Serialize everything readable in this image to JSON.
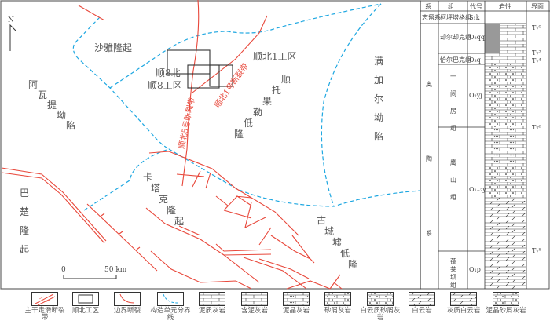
{
  "map": {
    "north": "N",
    "regions": {
      "shaya": "沙雅隆起",
      "awati": [
        "阿",
        "瓦",
        "提",
        "坳",
        "陷"
      ],
      "manjiaer": [
        "满",
        "加",
        "尔",
        "坳",
        "陷"
      ],
      "shuntuo": [
        "顺",
        "托",
        "果",
        "勒",
        "低",
        "隆"
      ],
      "katake": [
        "卡",
        "塔",
        "克",
        "隆",
        "起"
      ],
      "gucheng": [
        "古",
        "城",
        "墟",
        "低",
        "隆"
      ],
      "bachu": [
        "巴",
        "楚",
        "隆",
        "起"
      ]
    },
    "work_areas": {
      "s8n": "顺8北",
      "s8": "顺8工区",
      "sb1": "顺北1工区"
    },
    "faults": {
      "sb1": "顺北1号断裂带",
      "sb5": "顺北5号断裂带"
    },
    "scale": {
      "zero": "0",
      "end": "50 km"
    }
  },
  "column": {
    "headers": [
      "系",
      "组",
      "代号",
      "岩性",
      "界面"
    ],
    "systems": [
      {
        "name": "志留系"
      },
      {
        "name": [
          "奥",
          "陶",
          "系"
        ]
      }
    ],
    "formations": [
      {
        "name": "柯坪塔格组",
        "code": "S₁k"
      },
      {
        "name": "却尔却克组",
        "code": "O₃qq"
      },
      {
        "name": "恰尔巴克组",
        "code": "O₃q"
      },
      {
        "name": [
          "一",
          "间",
          "房",
          "组"
        ],
        "code": "O₂yj"
      },
      {
        "name": [
          "鹰",
          "山",
          "组"
        ],
        "code": "O₁₋₂y"
      },
      {
        "name": [
          "蓬",
          "莱",
          "坝",
          "组"
        ],
        "code": "O₁p"
      }
    ],
    "interfaces": [
      "T₇⁰",
      "T₇²",
      "T₇⁴",
      "T₇⁶",
      "T₇⁸"
    ]
  },
  "legend": [
    {
      "label": "主干走滑断裂带",
      "icon": "strike-slip-fault"
    },
    {
      "label": "顺北工区",
      "icon": "work-area"
    },
    {
      "label": "边界断裂",
      "icon": "boundary-fault"
    },
    {
      "label": "构造单元分界线",
      "icon": "unit-boundary"
    },
    {
      "label": "泥质灰岩",
      "icon": "argillaceous-limestone"
    },
    {
      "label": "含泥灰岩",
      "icon": "muddy-limestone"
    },
    {
      "label": "泥晶灰岩",
      "icon": "micrite"
    },
    {
      "label": "砂屑灰岩",
      "icon": "calcarenite"
    },
    {
      "label": "白云质砂屑灰岩",
      "icon": "dolomitic-calcarenite"
    },
    {
      "label": "白云岩",
      "icon": "dolomite"
    },
    {
      "label": "灰质白云岩",
      "icon": "calcareous-dolomite"
    },
    {
      "label": "泥晶砂屑灰岩",
      "icon": "micritic-calcarenite"
    }
  ],
  "colors": {
    "fault": "#e8473a",
    "boundary": "#1ea7e1",
    "frame": "#555555"
  }
}
